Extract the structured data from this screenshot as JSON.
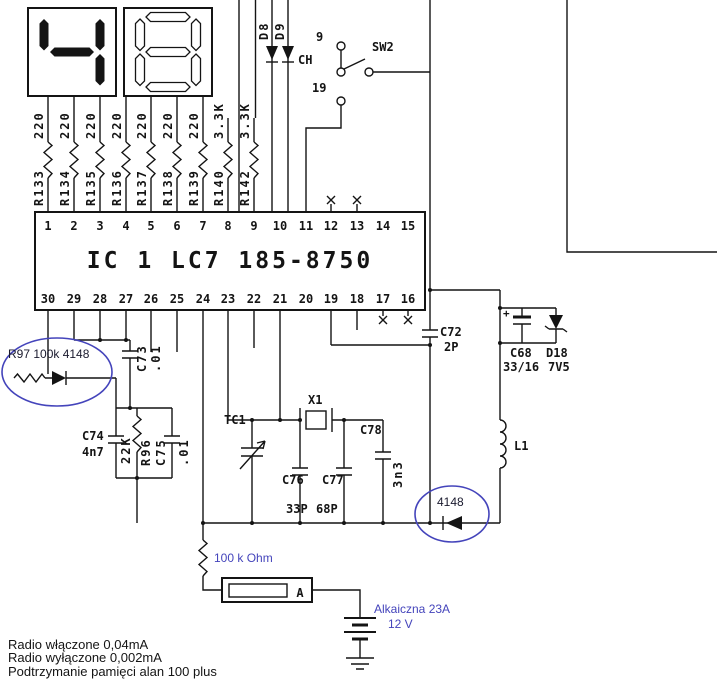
{
  "colors": {
    "ink": "#141414",
    "annotation": "#4444bb"
  },
  "display": {
    "digit1": "4",
    "digit2": "8"
  },
  "resistors": [
    {
      "name": "R133",
      "value": "220"
    },
    {
      "name": "R134",
      "value": "220"
    },
    {
      "name": "R135",
      "value": "220"
    },
    {
      "name": "R136",
      "value": "220"
    },
    {
      "name": "R137",
      "value": "220"
    },
    {
      "name": "R138",
      "value": "220"
    },
    {
      "name": "R139",
      "value": "220"
    },
    {
      "name": "R140",
      "value": "3.3K"
    },
    {
      "name": "R142",
      "value": "3.3K"
    }
  ],
  "ic": {
    "label": "IC 1 LC7 185-8750",
    "top_pins": [
      "1",
      "2",
      "3",
      "4",
      "5",
      "6",
      "7",
      "8",
      "9",
      "10",
      "11",
      "12",
      "13",
      "14",
      "15"
    ],
    "bottom_pins": [
      "30",
      "29",
      "28",
      "27",
      "26",
      "25",
      "24",
      "23",
      "22",
      "21",
      "20",
      "19",
      "18",
      "17",
      "16"
    ]
  },
  "switch_area": {
    "d8": "D8",
    "d9": "D9",
    "terminal_9": "9",
    "ch": "CH",
    "sw2": "SW2",
    "terminal_19": "19"
  },
  "components": {
    "c72": {
      "name": "C72",
      "value": "2P"
    },
    "c68": {
      "name": "C68",
      "value": "33/16",
      "plus_mark": "+"
    },
    "d18": {
      "name": "D18",
      "value": "7V5"
    },
    "l1": {
      "name": "L1"
    },
    "c73": {
      "name": "C73",
      "value": ".01"
    },
    "c74": {
      "name": "C74",
      "value": "4n7"
    },
    "r96": {
      "name": "R96",
      "value": "22K"
    },
    "c75": {
      "name": "C75",
      "value": ".01"
    },
    "tc1": {
      "name": "TC1"
    },
    "x1": {
      "name": "X1"
    },
    "c76": {
      "name": "C76",
      "value": "33P"
    },
    "c77": {
      "name": "C77",
      "value": "68P"
    },
    "c78": {
      "name": "C78",
      "value": "3n3"
    }
  },
  "annotations": {
    "r97_mod": "R97 100k 4148",
    "diode_mod": "4148",
    "resistor_mod": "100 k Ohm",
    "ammeter": "A",
    "battery_line1": "Alkaiczna 23A",
    "battery_line2": "12 V"
  },
  "notes": [
    "Radio włączone 0,04mA",
    "Radio wyłączone 0,002mA",
    "Podtrzymanie pamięci alan 100 plus"
  ]
}
